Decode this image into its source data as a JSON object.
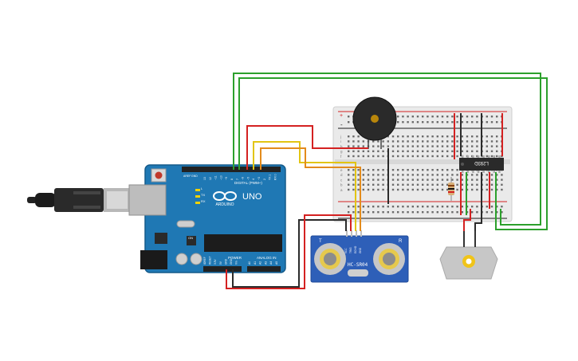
{
  "arduino": {
    "logo_text": "ARDUINO",
    "model_text": "UNO",
    "digital_label": "DIGITAL (PWM~)",
    "power_label": "POWER",
    "analog_label": "ANALOG IN",
    "tx_label": "TX",
    "rx_label": "RX",
    "l_label": "L",
    "on_label": "ON",
    "aref_label": "AREF",
    "gnd_label": "GND",
    "digital_pins": [
      "13",
      "12",
      "~11",
      "~10",
      "~9",
      "8",
      "7",
      "~6",
      "~5",
      "4",
      "~3",
      "2",
      "TX 1",
      "RX 0"
    ],
    "power_pins": [
      "IOREF",
      "RESET",
      "3.3V",
      "5V",
      "GND",
      "GND",
      "Vin"
    ],
    "analog_pins": [
      "A0",
      "A1",
      "A2",
      "A3",
      "A4",
      "A5"
    ]
  },
  "sensor": {
    "model": "HC-SR04",
    "pins": [
      "VCC",
      "TRIG",
      "ECHO",
      "GND"
    ],
    "left_mark": "T",
    "right_mark": "R"
  },
  "driver_ic": {
    "label": "L293D"
  },
  "breadboard": {
    "row_letters_top": [
      "j",
      "i",
      "h",
      "g",
      "f"
    ],
    "row_letters_bottom": [
      "e",
      "d",
      "c",
      "b",
      "a"
    ],
    "plus": "+",
    "minus": "-"
  },
  "colors": {
    "board_blue": "#1f78b4",
    "wire_red": "#d42121",
    "wire_black": "#2b2b2b",
    "wire_green": "#2ca02c",
    "wire_yellow": "#e2c513",
    "wire_orange": "#e38b1c",
    "breadboard": "#eaeaea"
  }
}
